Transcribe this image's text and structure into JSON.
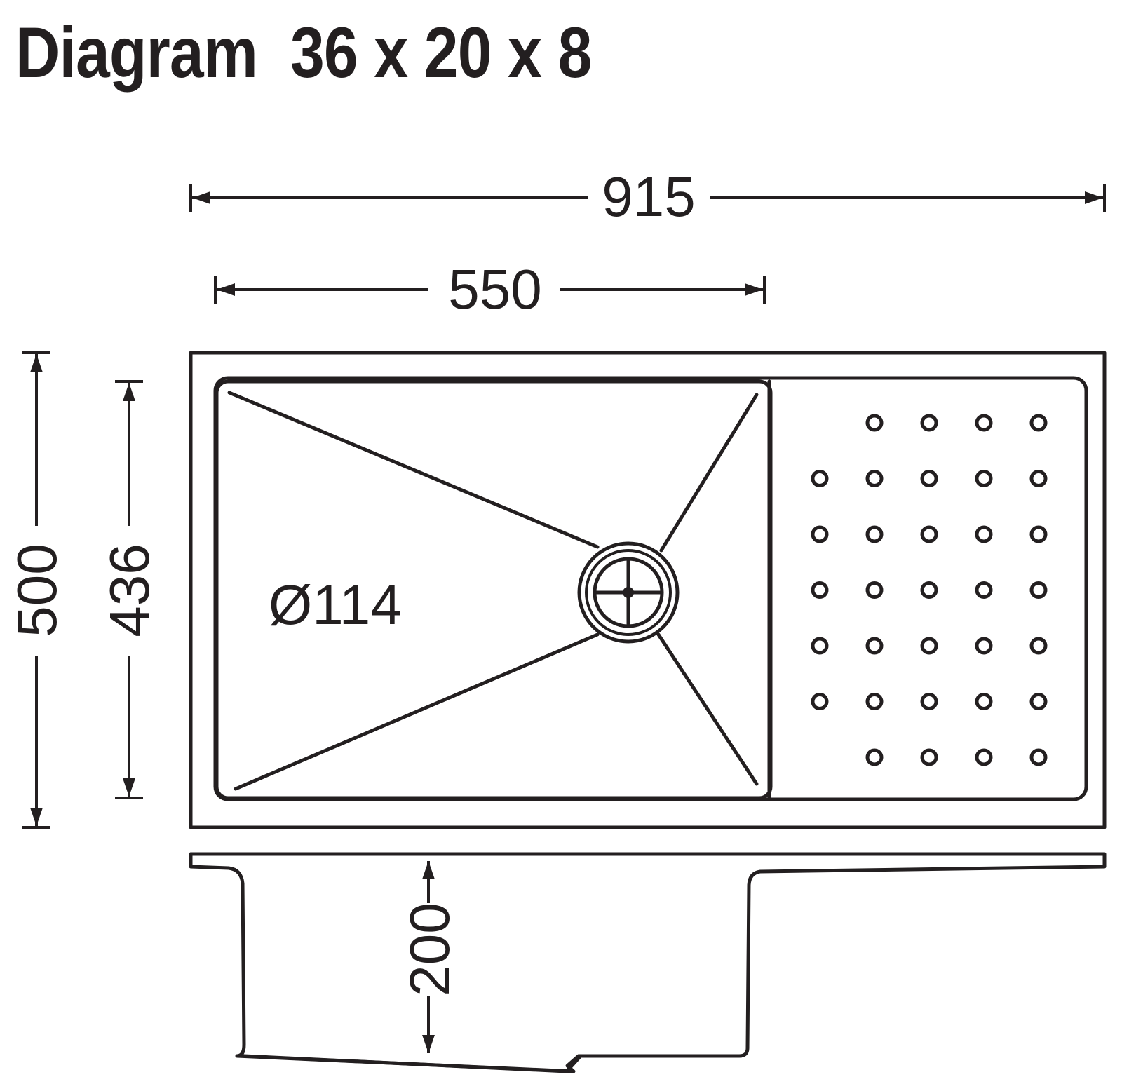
{
  "title": "Diagram  36 x 20 x 8",
  "dimensions": {
    "overall_width": "915",
    "bowl_width": "550",
    "overall_depth": "500",
    "bowl_depth": "436",
    "drain_diameter": "Ø114",
    "bowl_height": "200"
  },
  "drainer": {
    "hole_rows": [
      4,
      5,
      5,
      5,
      5,
      5,
      4
    ]
  }
}
